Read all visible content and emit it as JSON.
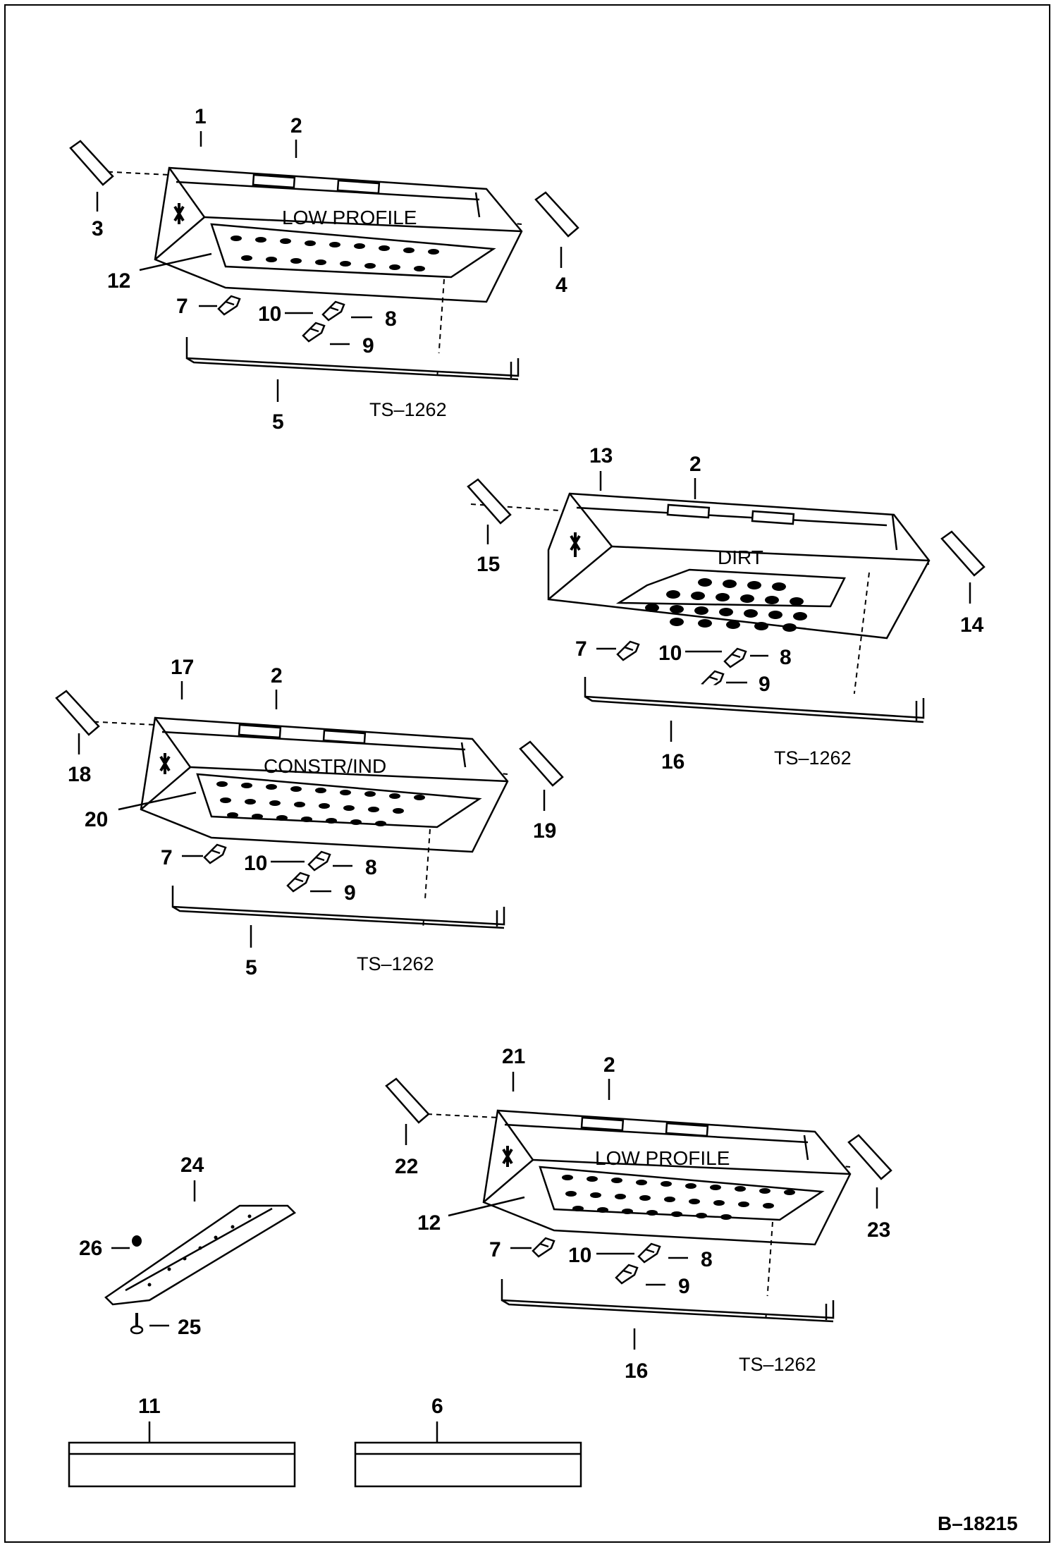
{
  "figure_code": "B–18215",
  "assemblies": [
    {
      "id": "bucket-low-profile-top",
      "name": "LOW PROFILE",
      "ts": "TS–1262",
      "callouts": [
        "1",
        "2",
        "3",
        "4",
        "12",
        "7",
        "10",
        "8",
        "9",
        "5"
      ]
    },
    {
      "id": "bucket-dirt",
      "name": "DIRT",
      "ts": "TS–1262",
      "callouts": [
        "13",
        "2",
        "15",
        "14",
        "7",
        "10",
        "8",
        "9",
        "16"
      ]
    },
    {
      "id": "bucket-constr-ind",
      "name": "CONSTR/IND",
      "ts": "TS–1262",
      "callouts": [
        "17",
        "2",
        "18",
        "19",
        "20",
        "7",
        "10",
        "8",
        "9",
        "5"
      ]
    },
    {
      "id": "bucket-low-profile-bottom",
      "name": "LOW PROFILE",
      "ts": "TS–1262",
      "callouts": [
        "21",
        "2",
        "22",
        "23",
        "12",
        "7",
        "10",
        "8",
        "9",
        "16"
      ]
    }
  ],
  "cutting_edge_callouts": [
    "24",
    "26",
    "25"
  ],
  "kit_boxes": [
    "11",
    "6"
  ]
}
